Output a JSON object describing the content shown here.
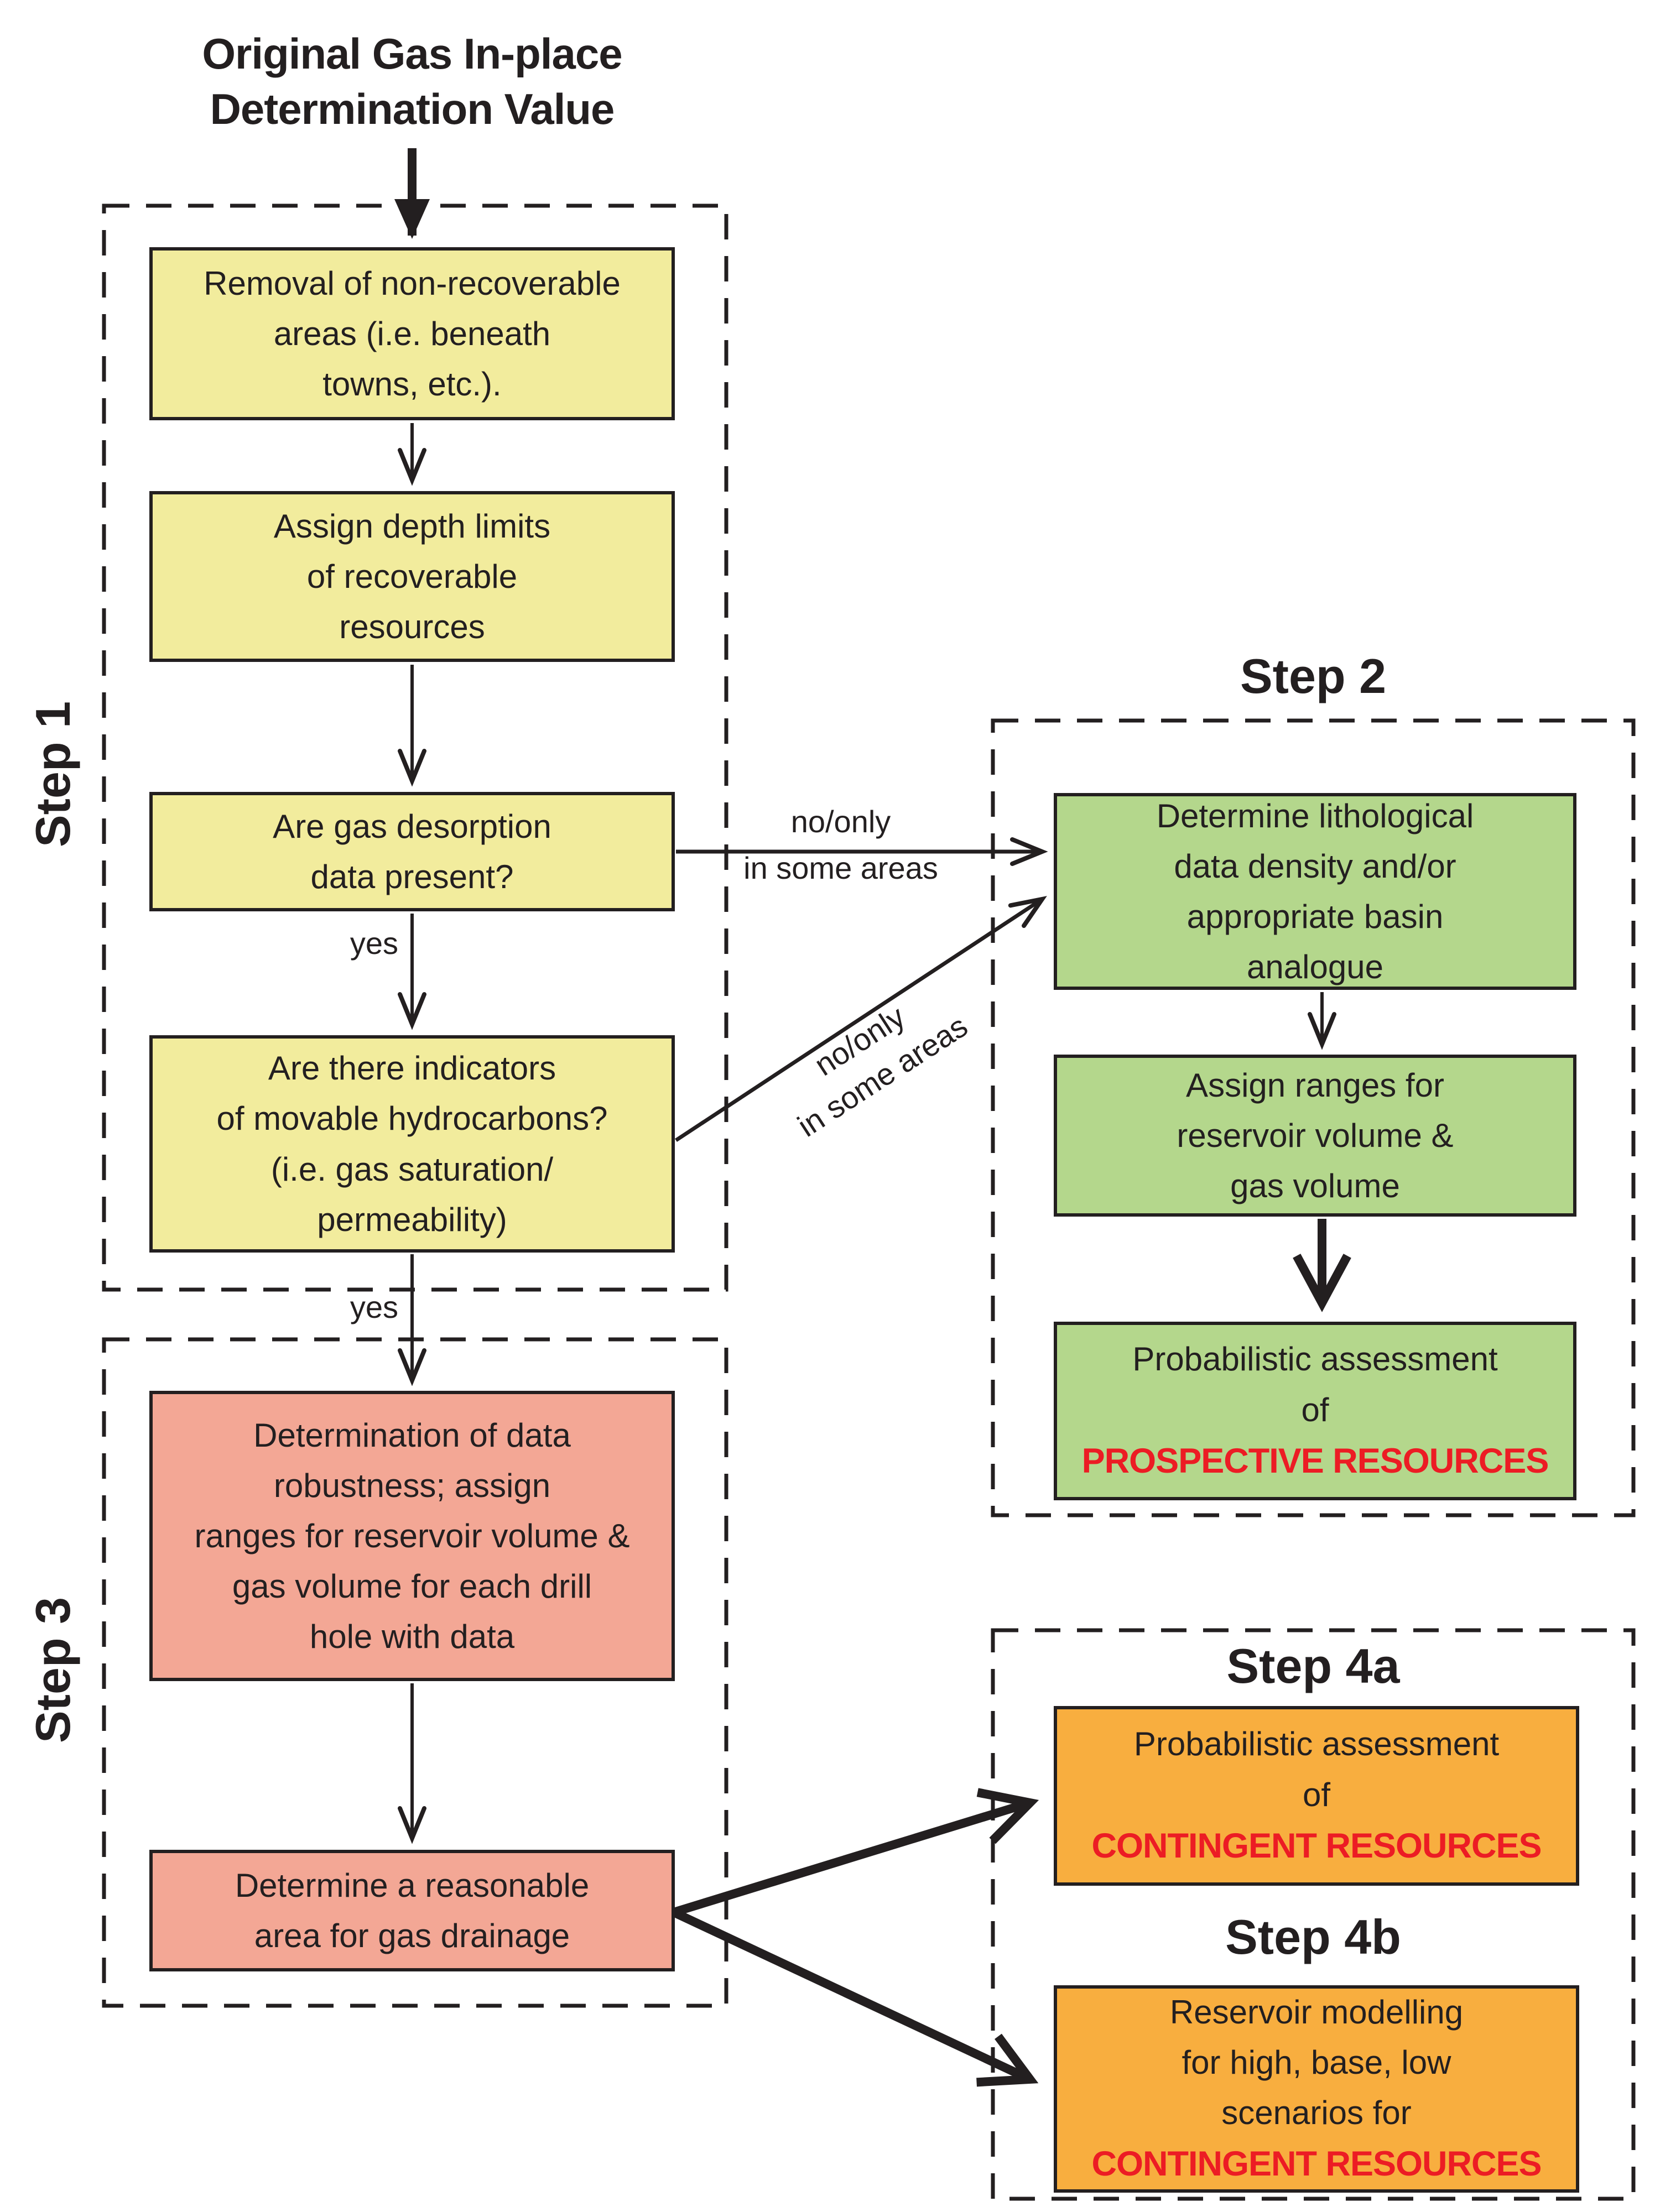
{
  "title": "Original Gas In-place\nDetermination Value",
  "colors": {
    "yellow_box": "#F2EC9D",
    "green_box": "#B4D78C",
    "pink_box": "#F3A795",
    "orange_box": "#F8AE3F",
    "highlight_red": "#EC1C24",
    "ink": "#231F20"
  },
  "steps": {
    "step1": {
      "label": "Step 1",
      "nodes": [
        {
          "text": "Removal of non-recoverable\nareas (i.e. beneath\ntowns, etc.)."
        },
        {
          "text": "Assign depth limits\nof recoverable\nresources"
        },
        {
          "text": "Are gas desorption\ndata present?"
        },
        {
          "text": "Are there indicators\nof movable hydrocarbons?\n(i.e. gas saturation/\npermeability)"
        }
      ]
    },
    "step2": {
      "label": "Step 2",
      "nodes": [
        {
          "text": "Determine lithological\ndata density and/or\nappropriate basin\nanalogue"
        },
        {
          "text": "Assign ranges for\nreservoir volume &\ngas volume"
        },
        {
          "text": "Probabilistic assessment\nof",
          "highlight": "PROSPECTIVE RESOURCES"
        }
      ]
    },
    "step3": {
      "label": "Step 3",
      "nodes": [
        {
          "text": "Determination of data\nrobustness; assign\nranges for reservoir volume &\ngas volume for each drill\nhole with data"
        },
        {
          "text": "Determine a reasonable\narea for gas drainage"
        }
      ]
    },
    "step4a": {
      "label": "Step 4a",
      "nodes": [
        {
          "text": "Probabilistic assessment\nof",
          "highlight": "CONTINGENT RESOURCES"
        }
      ]
    },
    "step4b": {
      "label": "Step 4b",
      "nodes": [
        {
          "text": "Reservoir modelling\nfor high, base, low\nscenarios for",
          "highlight": "CONTINGENT RESOURCES"
        }
      ]
    }
  },
  "edge_labels": {
    "yes_desorption": "yes",
    "yes_indicators": "yes",
    "no_only_horizontal": "no/only\nin some areas",
    "no_only_diagonal": "no/only\nin some areas"
  }
}
